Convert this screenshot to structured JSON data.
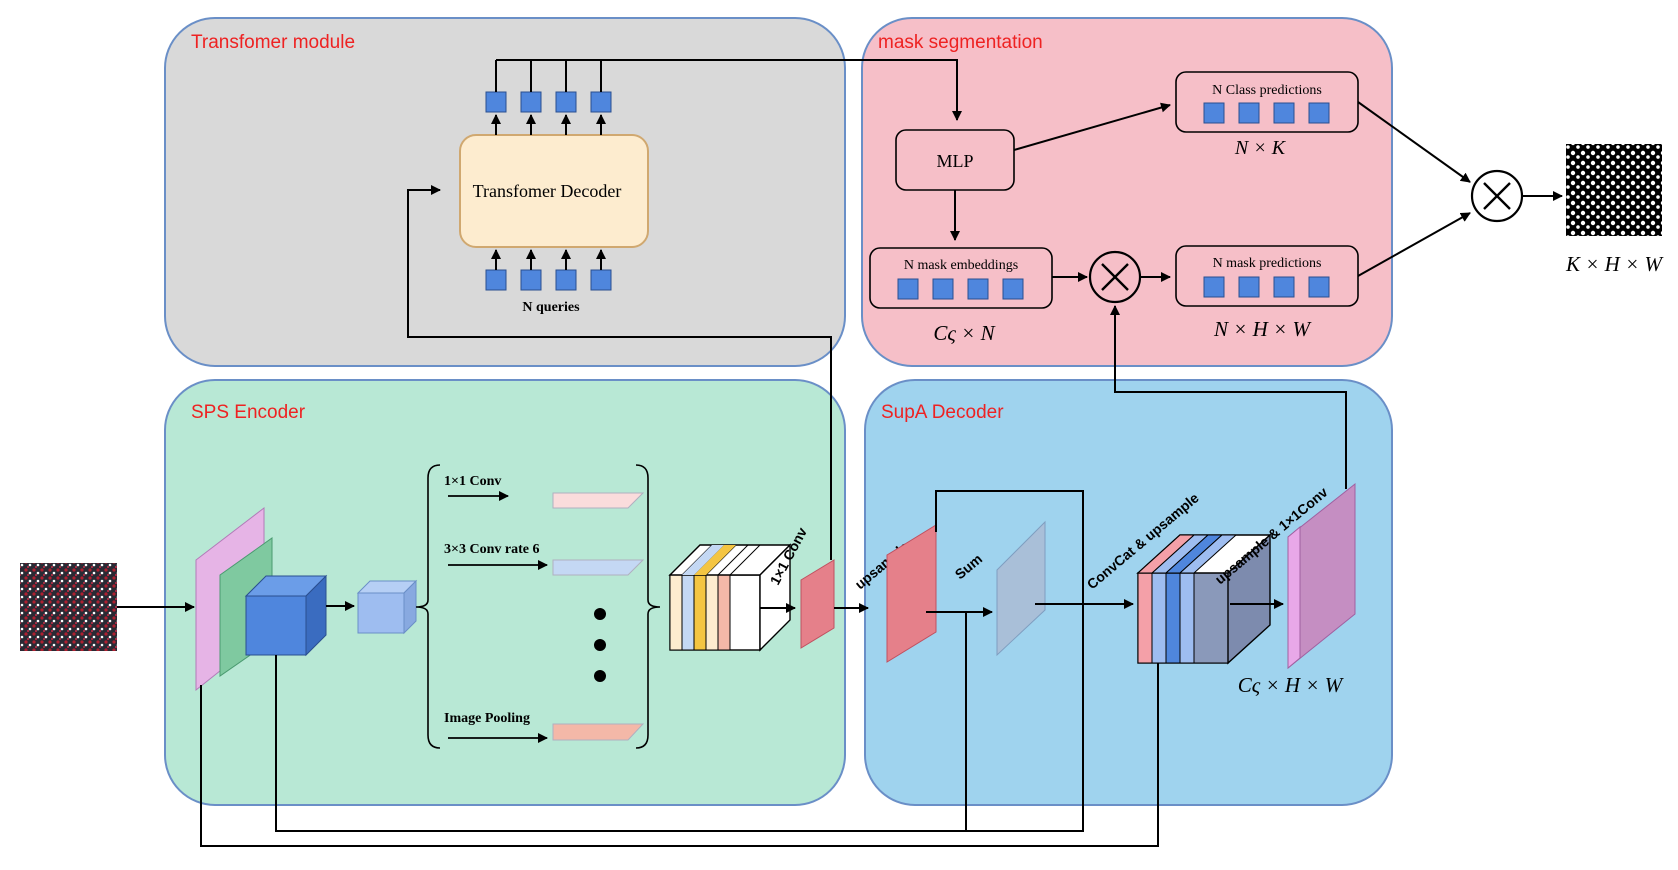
{
  "panels": {
    "transformer": {
      "title": "Transfomer module",
      "fill": "#d9d9d9"
    },
    "mask": {
      "title": "mask segmentation",
      "fill": "#f6bfc8"
    },
    "sps": {
      "title": "SPS Encoder",
      "fill": "#b8e8d5"
    },
    "supa": {
      "title": "SupA Decoder",
      "fill": "#9fd3ee"
    }
  },
  "transformer": {
    "decoder_label": "Transfomer Decoder",
    "queries_label": "N queries"
  },
  "mask": {
    "mlp_label": "MLP",
    "class_pred_label": "N Class predictions",
    "class_dim": "N × K",
    "embeddings_label": "N mask embeddings",
    "embeddings_dim": "Cς × N",
    "mask_pred_label": "N mask predictions",
    "mask_pred_dim": "N × H × W",
    "output_dim": "K × H × W",
    "multiply_symbol": "×"
  },
  "sps": {
    "branch_1": "1×1 Conv",
    "branch_2": "3×3 Conv rate 6",
    "branch_pool": "Image Pooling",
    "conv_label": "1×1 Conv"
  },
  "supa": {
    "upsample_label": "upsample",
    "sum_label": "Sum",
    "concat_label": "ConvCat  & upsample",
    "final_label": "upsample & 1×1Conv",
    "output_dim": "Cς × H × W"
  },
  "colors": {
    "query_square": "#4f86dd",
    "decoder_fill": "#fdeccf",
    "decoder_stroke": "#d0a870",
    "panel_stroke": "#6a8fc7",
    "title_red": "#ee2222"
  }
}
